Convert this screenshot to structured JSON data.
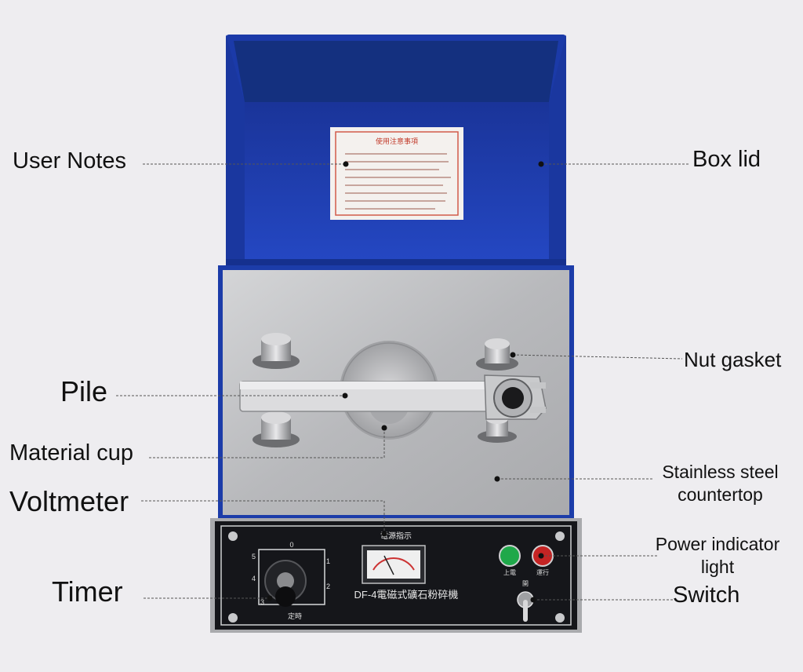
{
  "callouts": {
    "user_notes": "User Notes",
    "box_lid": "Box lid",
    "nut_gasket": "Nut gasket",
    "pile": "Pile",
    "material_cup": "Material cup",
    "stainless_steel_countertop": "Stainless steel countertop",
    "voltmeter": "Voltmeter",
    "power_indicator_light": "Power indicator light",
    "timer": "Timer",
    "switch": "Switch"
  },
  "device": {
    "model_label": "DF-4電磁式礦石粉碎機",
    "panel_heading": "電源指示",
    "timer_caption": "定時",
    "switch_caption": "開",
    "light_left_caption": "上電",
    "light_right_caption": "運行",
    "timer_dial_marks": [
      "0",
      "1",
      "2",
      "3",
      "4",
      "5"
    ],
    "notes_title": "使用注意事項"
  },
  "colors": {
    "lid_blue": "#1e3fb0",
    "panel_black": "#15161a",
    "steel": "#b9babc",
    "green_light": "#1fa84a",
    "red_light": "#c42424"
  }
}
